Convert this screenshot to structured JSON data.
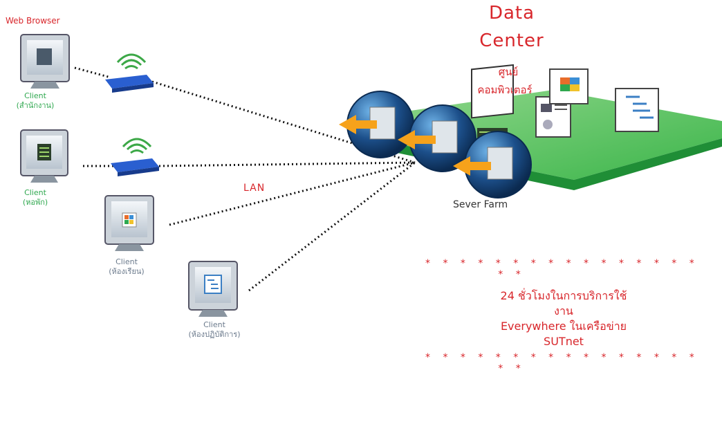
{
  "header_label": "Web Browser",
  "data_center": {
    "title_line1": "Data",
    "title_line2": "Center",
    "thai_line1": "ศูนย์",
    "thai_line2": "คอมพิวเตอร์"
  },
  "clients": [
    {
      "line1": "Client",
      "line2": "(สำนักงาน)"
    },
    {
      "line1": "Client",
      "line2": "(หอพัก)"
    },
    {
      "line1": "Client",
      "line2": "(ห้องเรียน)"
    },
    {
      "line1": "Client",
      "line2": "(ห้องปฏิบัติการ)"
    }
  ],
  "lan_label": "LAN",
  "server_farm_label": "Sever Farm",
  "note": {
    "stars_top": "* * * * * * * * * * * * * * * *",
    "stars_top2": "* *",
    "line1": "24 ชั่วโมงในการบริการใช้",
    "line2": "งาน",
    "line3": "Everywhere ในเครือข่าย",
    "line4": "SUTnet",
    "stars_bottom": "* * * * * * * * * * * * * * * *",
    "stars_bottom2": "* *"
  },
  "colors": {
    "accent_red": "#d8262b",
    "client_green": "#2fa84f",
    "client_gray": "#6b7a8c",
    "platform_green": "#35b44a",
    "server_blue": "#1c4f8a"
  }
}
